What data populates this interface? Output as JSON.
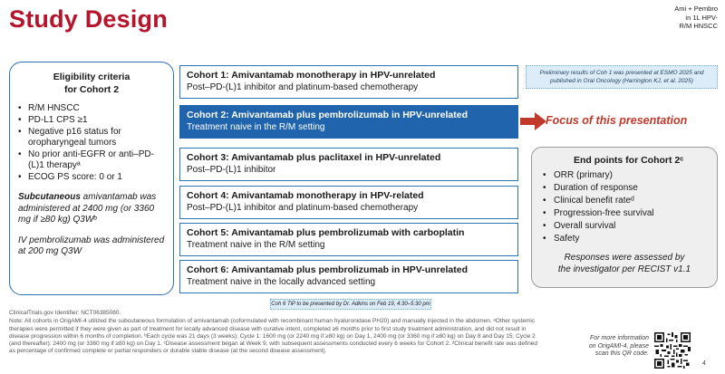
{
  "header": {
    "title": "Study Design",
    "top_right": "Ami + Pembro\nin 1L HPV-\nR/M HNSCC"
  },
  "eligibility": {
    "title": "Eligibility criteria\nfor Cohort 2",
    "items": [
      "R/M HNSCC",
      "PD-L1 CPS ≥1",
      "Negative p16 status for oropharyngeal tumors",
      "No prior anti-EGFR or anti–PD-(L)1 therapyᵃ",
      "ECOG PS score: 0 or 1"
    ],
    "subq_strong": "Subcutaneous",
    "subq_rest": " amivantamab was administered at 2400 mg (or 3360 mg if ≥80 kg) Q3Wᵇ",
    "iv_note": "IV pembrolizumab was administered at 200 mg Q3W"
  },
  "cohorts": [
    {
      "title": "Cohort 1: Amivantamab monotherapy in HPV-unrelated",
      "sub": "Post–PD-(L)1 inhibitor and platinum-based chemotherapy"
    },
    {
      "title": "Cohort 2: Amivantamab plus pembrolizumab in HPV-unrelated",
      "sub": "Treatment naive in the R/M setting"
    },
    {
      "title": "Cohort 3: Amivantamab plus paclitaxel in HPV-unrelated",
      "sub": "Post–PD-(L)1 inhibitor"
    },
    {
      "title": "Cohort 4: Amivantamab monotherapy in HPV-related",
      "sub": "Post–PD-(L)1 inhibitor and platinum-based chemotherapy"
    },
    {
      "title": "Cohort 5: Amivantamab plus pembrolizumab with carboplatin",
      "sub": "Treatment naive in the R/M setting"
    },
    {
      "title": "Cohort 6: Amivantamab plus pembrolizumab in HPV-unrelated",
      "sub": "Treatment naive in the locally advanced setting"
    }
  ],
  "prelim_note": "Preliminary results of Coh 1 was presented at ESMO 2025 and published in Oral Oncology (Harrington KJ, et al. 2025)",
  "focus_label": "Focus of this presentation",
  "endpoints": {
    "title": "End points for Cohort 2ᶜ",
    "items": [
      "ORR (primary)",
      "Duration of response",
      "Clinical benefit rateᵈ",
      "Progression-free survival",
      "Overall survival",
      "Safety"
    ],
    "note": "Responses were assessed by\nthe investigator per RECIST v1.1"
  },
  "tip_note": "Coh 6 TiP to be presented by Dr. Adkins on Feb 19, 4:30–5:30 pm",
  "footer": {
    "trial_id": "ClinicalTrials.gov Identifier: NCT06385080.",
    "note": "Note: All cohorts in OrigAMI-4 utilized the subcutaneous formulation of amivantamab (coformulated with recombinant human hyaluronidase PH20) and manually injected in the abdomen. ᵃOther systemic therapies were permitted if they were given as part of treatment for locally advanced disease with curative intent, completed ≥6 months prior to first study treatment administration, and did not result in disease progression within 6 months of completion. ᵇEach cycle was 21 days (3 weeks); Cycle 1: 1600 mg (or 2240 mg if ≥80 kg) on Day 1, 2400 mg (or 3360 mg if ≥80 kg) on Day 8 and Day 15; Cycle 2 (and thereafter): 2400 mg (or 3360 mg if ≥80 kg) on Day 1. ᶜDisease assessment began at Week 9, with subsequent assessments conducted every 6 weeks for Cohort 2. ᵈClinical benefit rate was defined as percentage of confirmed complete or partial responders or durable stable disease (at the second disease assessment)."
  },
  "more_info": "For more information\non OrigAMI-4, please\nscan this QR code.",
  "page_number": "4",
  "colors": {
    "title_red": "#b5142b",
    "cohort_blue": "#1f64ad",
    "focus_red": "#c0392b"
  }
}
